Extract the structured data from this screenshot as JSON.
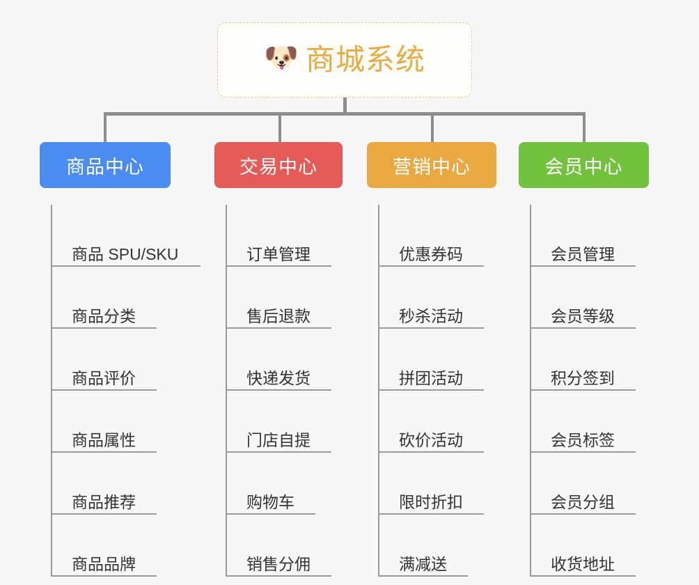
{
  "page": {
    "background_color": "#f7f7f7",
    "connector_color": "#8d8d8d",
    "leaf_line_color": "#9a9a9a"
  },
  "root": {
    "title": "商城系统",
    "emoji": "🐶",
    "emoji_name": "shiba-inu-dog-face",
    "title_color": "#e8ac41",
    "border_color": "#e8c98d",
    "border_style": "dashed"
  },
  "categories": [
    {
      "label": "商品中心",
      "color": "#4a8cf0",
      "items": [
        "商品 SPU/SKU",
        "商品分类",
        "商品评价",
        "商品属性",
        "商品推荐",
        "商品品牌"
      ]
    },
    {
      "label": "交易中心",
      "color": "#e55b57",
      "items": [
        "订单管理",
        "售后退款",
        "快递发货",
        "门店自提",
        "购物车",
        "销售分佣"
      ]
    },
    {
      "label": "营销中心",
      "color": "#eaa940",
      "items": [
        "优惠券码",
        "秒杀活动",
        "拼团活动",
        "砍价活动",
        "限时折扣",
        "满减送"
      ]
    },
    {
      "label": "会员中心",
      "color": "#72c23e",
      "items": [
        "会员管理",
        "会员等级",
        "积分签到",
        "会员标签",
        "会员分组",
        "收货地址"
      ]
    }
  ]
}
